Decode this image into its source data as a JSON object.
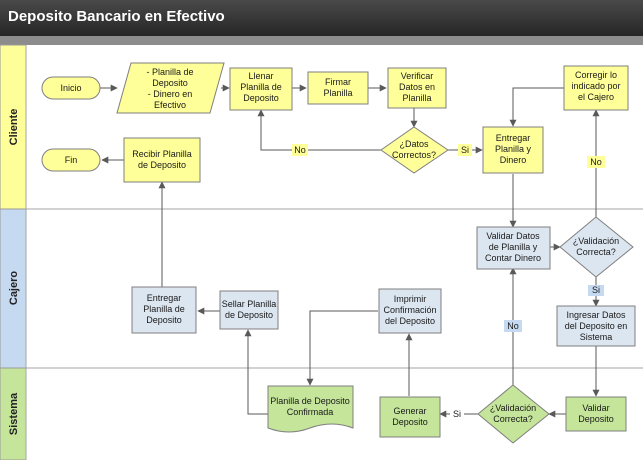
{
  "title": "Deposito Bancario en Efectivo",
  "lanes": {
    "cliente": "Cliente",
    "cajero": "Cajero",
    "sistema": "Sistema"
  },
  "nodes": {
    "inicio": "Inicio",
    "planilla_in": [
      "- Planilla de",
      "Deposito",
      "- Dinero en",
      "Efectivo"
    ],
    "llenar": [
      "Llenar",
      "Planilla de",
      "Deposito"
    ],
    "firmar": [
      "Firmar",
      "Planilla"
    ],
    "verificar": [
      "Verificar",
      "Datos en",
      "Planilla"
    ],
    "datos_correctos": [
      "¿Datos",
      "Correctos?"
    ],
    "entregar_planilla": [
      "Entregar",
      "Planilla y",
      "Dinero"
    ],
    "corregir": [
      "Corregir lo",
      "indicado por",
      "el Cajero"
    ],
    "fin": "Fin",
    "recibir": [
      "Recibir Planilla",
      "de Deposito"
    ],
    "validar_datos": [
      "Validar Datos",
      "de Planilla y",
      "Contar Dinero"
    ],
    "validacion_cajero": [
      "¿Validación",
      "Correcta?"
    ],
    "entregar_cajero": [
      "Entregar",
      "Planilla de",
      "Deposito"
    ],
    "sellar": [
      "Sellar Planilla",
      "de Deposito"
    ],
    "imprimir": [
      "Imprimir",
      "Confirmación",
      "del Deposito"
    ],
    "ingresar": [
      "Ingresar Datos",
      "del Deposito en",
      "Sistema"
    ],
    "planilla_confirmada": [
      "Planilla de Deposito",
      "Confirmada"
    ],
    "generar": [
      "Generar",
      "Deposito"
    ],
    "validacion_sistema": [
      "¿Validación",
      "Correcta?"
    ],
    "validar_deposito": [
      "Validar",
      "Deposito"
    ]
  },
  "edge_labels": {
    "no1": "No",
    "si1": "Si",
    "no2": "No",
    "si2": "Si",
    "no3": "No",
    "si3": "Si"
  },
  "colors": {
    "lane_cliente": "#ffff99",
    "lane_cajero": "#c5d9f1",
    "lane_sistema": "#c4e59a",
    "process_yellow": "#ffff99",
    "process_blue": "#dce6f1",
    "process_green": "#c4e59a",
    "decision": "#ffff99",
    "line": "#595959"
  }
}
